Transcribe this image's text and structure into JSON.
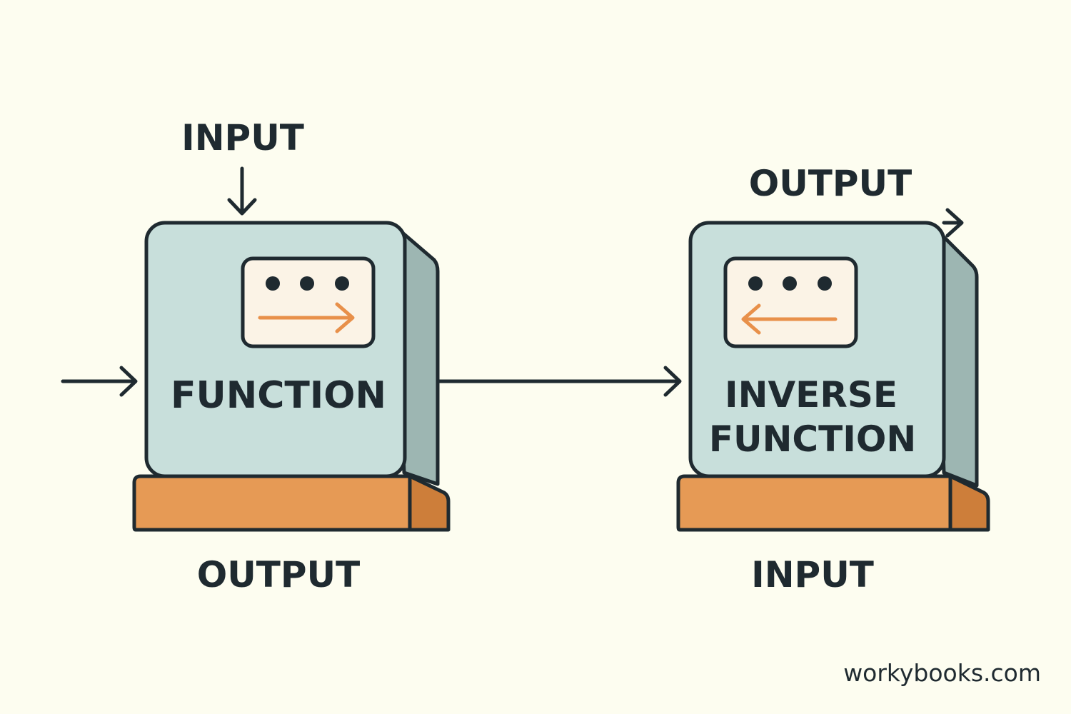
{
  "labels": {
    "function_input": "INPUT",
    "function_name": "FUNCTION",
    "function_output": "OUTPUT",
    "inverse_output": "OUTPUT",
    "inverse_name_line1": "INVERSE",
    "inverse_name_line2": "FUNCTION",
    "inverse_input": "INPUT"
  },
  "watermark": "workybooks.com",
  "colors": {
    "background": "#fdfdf0",
    "box_front": "#c8dfdb",
    "box_side": "#9db6b2",
    "base_front": "#e69a55",
    "base_side": "#cd7e3a",
    "screen": "#fbf3e6",
    "arrow_accent": "#e8904a",
    "stroke": "#1f2a30"
  },
  "icons": {
    "screen_dots": "three-dots-icon",
    "function_arrow": "arrow-right-icon",
    "inverse_arrow": "arrow-left-icon"
  }
}
